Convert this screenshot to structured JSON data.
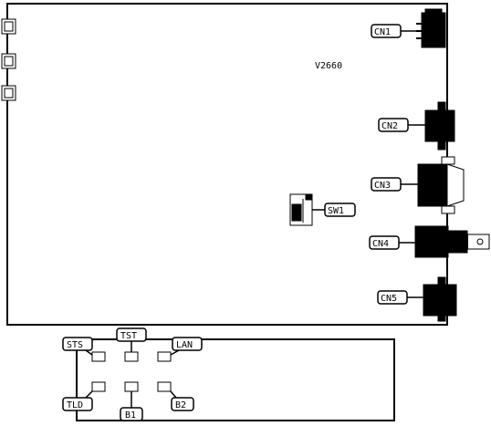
{
  "model_label": "V2660",
  "connectors": {
    "cn1": "CN1",
    "cn2": "CN2",
    "cn3": "CN3",
    "cn4": "CN4",
    "cn5": "CN5"
  },
  "switches": {
    "sw1": "SW1"
  },
  "leds": {
    "sts": "STS",
    "tst": "TST",
    "lan": "LAN",
    "tld": "TLD",
    "b1": "B1",
    "b2": "B2"
  }
}
